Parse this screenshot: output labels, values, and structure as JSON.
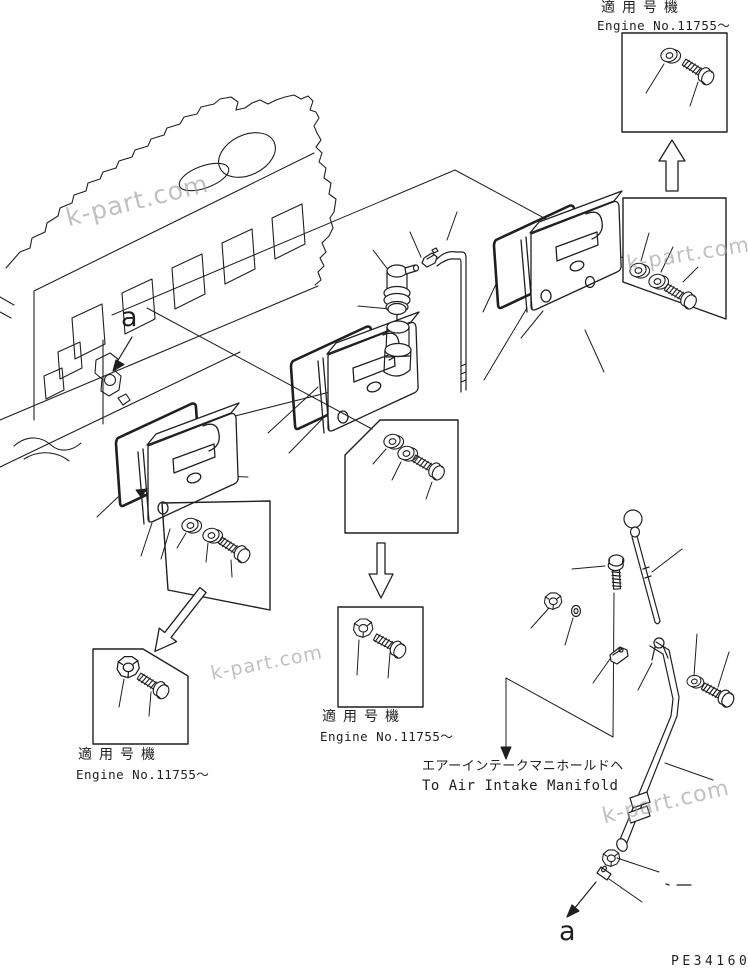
{
  "page": {
    "background": "#ffffff",
    "line_color": "#1f1f1f",
    "watermark_color": "#9b9b9b"
  },
  "drawing_number": "PE34160",
  "watermarks": [
    {
      "text": "k-part.com"
    },
    {
      "text": "k-part.com"
    },
    {
      "text": "k-part.com"
    },
    {
      "text": "k-part.com"
    }
  ],
  "callout_top_right": {
    "title_jp": "適用号機",
    "subtitle_en": "Engine No.11755～"
  },
  "callout_bottom_center": {
    "title_jp": "適用号機",
    "subtitle_en": "Engine No.11755～"
  },
  "callout_bottom_left": {
    "title_jp": "適用号機",
    "subtitle_en": "Engine No.11755～"
  },
  "manifold_note": {
    "line1_jp": "エアーインテークマニホールドヘ",
    "line2_en": "To Air Intake Manifold"
  },
  "view_markers": {
    "engine": "a",
    "tube_end": "a"
  }
}
